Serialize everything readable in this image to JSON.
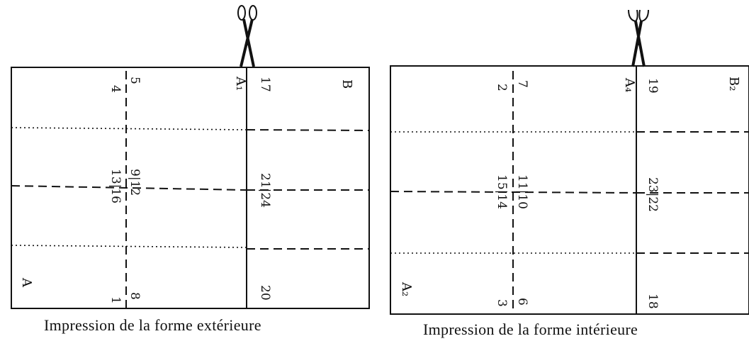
{
  "sheets": [
    {
      "caption": "Impression de la forme extérieure",
      "corner_labels": {
        "top_left_mid": "A₁",
        "top_right": "B",
        "bottom_left": "A"
      },
      "page_numbers": {
        "top_a": "4",
        "top_b": "5",
        "center_left": "13|16",
        "center_right": "9|12",
        "bottom_a": "1",
        "bottom_b": "8",
        "right_top": "17",
        "right_center": "21|24",
        "right_bottom": "20"
      }
    },
    {
      "caption": "Impression de la forme intérieure",
      "corner_labels": {
        "top_left_mid": "A₄",
        "top_right": "B₂",
        "bottom_left": "A₂"
      },
      "page_numbers": {
        "top_a": "2",
        "top_b": "7",
        "center_left": "15|14",
        "center_right": "11|10",
        "bottom_a": "3",
        "bottom_b": "6",
        "right_top": "19",
        "right_center": "23|22",
        "right_bottom": "18"
      }
    }
  ]
}
